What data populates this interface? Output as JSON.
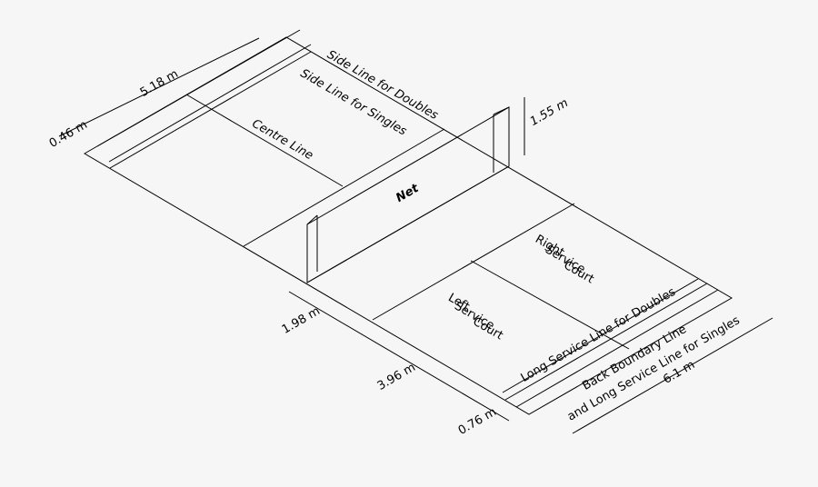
{
  "diagram": {
    "colors": {
      "background": "#f6f6f6",
      "ink": "#000000"
    },
    "labels": {
      "side_line_doubles": "Side Line for Doubles",
      "side_line_singles": "Side Line for Singles",
      "centre_line": "Centre Line",
      "net": "Net",
      "right_service_court": [
        "Right",
        "Service",
        "Court"
      ],
      "left_service_court": [
        "Left",
        "Service",
        "Court"
      ],
      "long_service_doubles": "Long Service Line for Doubles",
      "back_boundary": [
        "Back Boundary Line",
        "and Long Service Line for Singles"
      ]
    },
    "dimensions": {
      "net_height": "1.55 m",
      "width_half": "5.18 m",
      "alley": "0.46 m",
      "short_service": "1.98 m",
      "service_depth": "3.96 m",
      "back_alley": "0.76 m",
      "court_width": "6.1 m"
    }
  }
}
